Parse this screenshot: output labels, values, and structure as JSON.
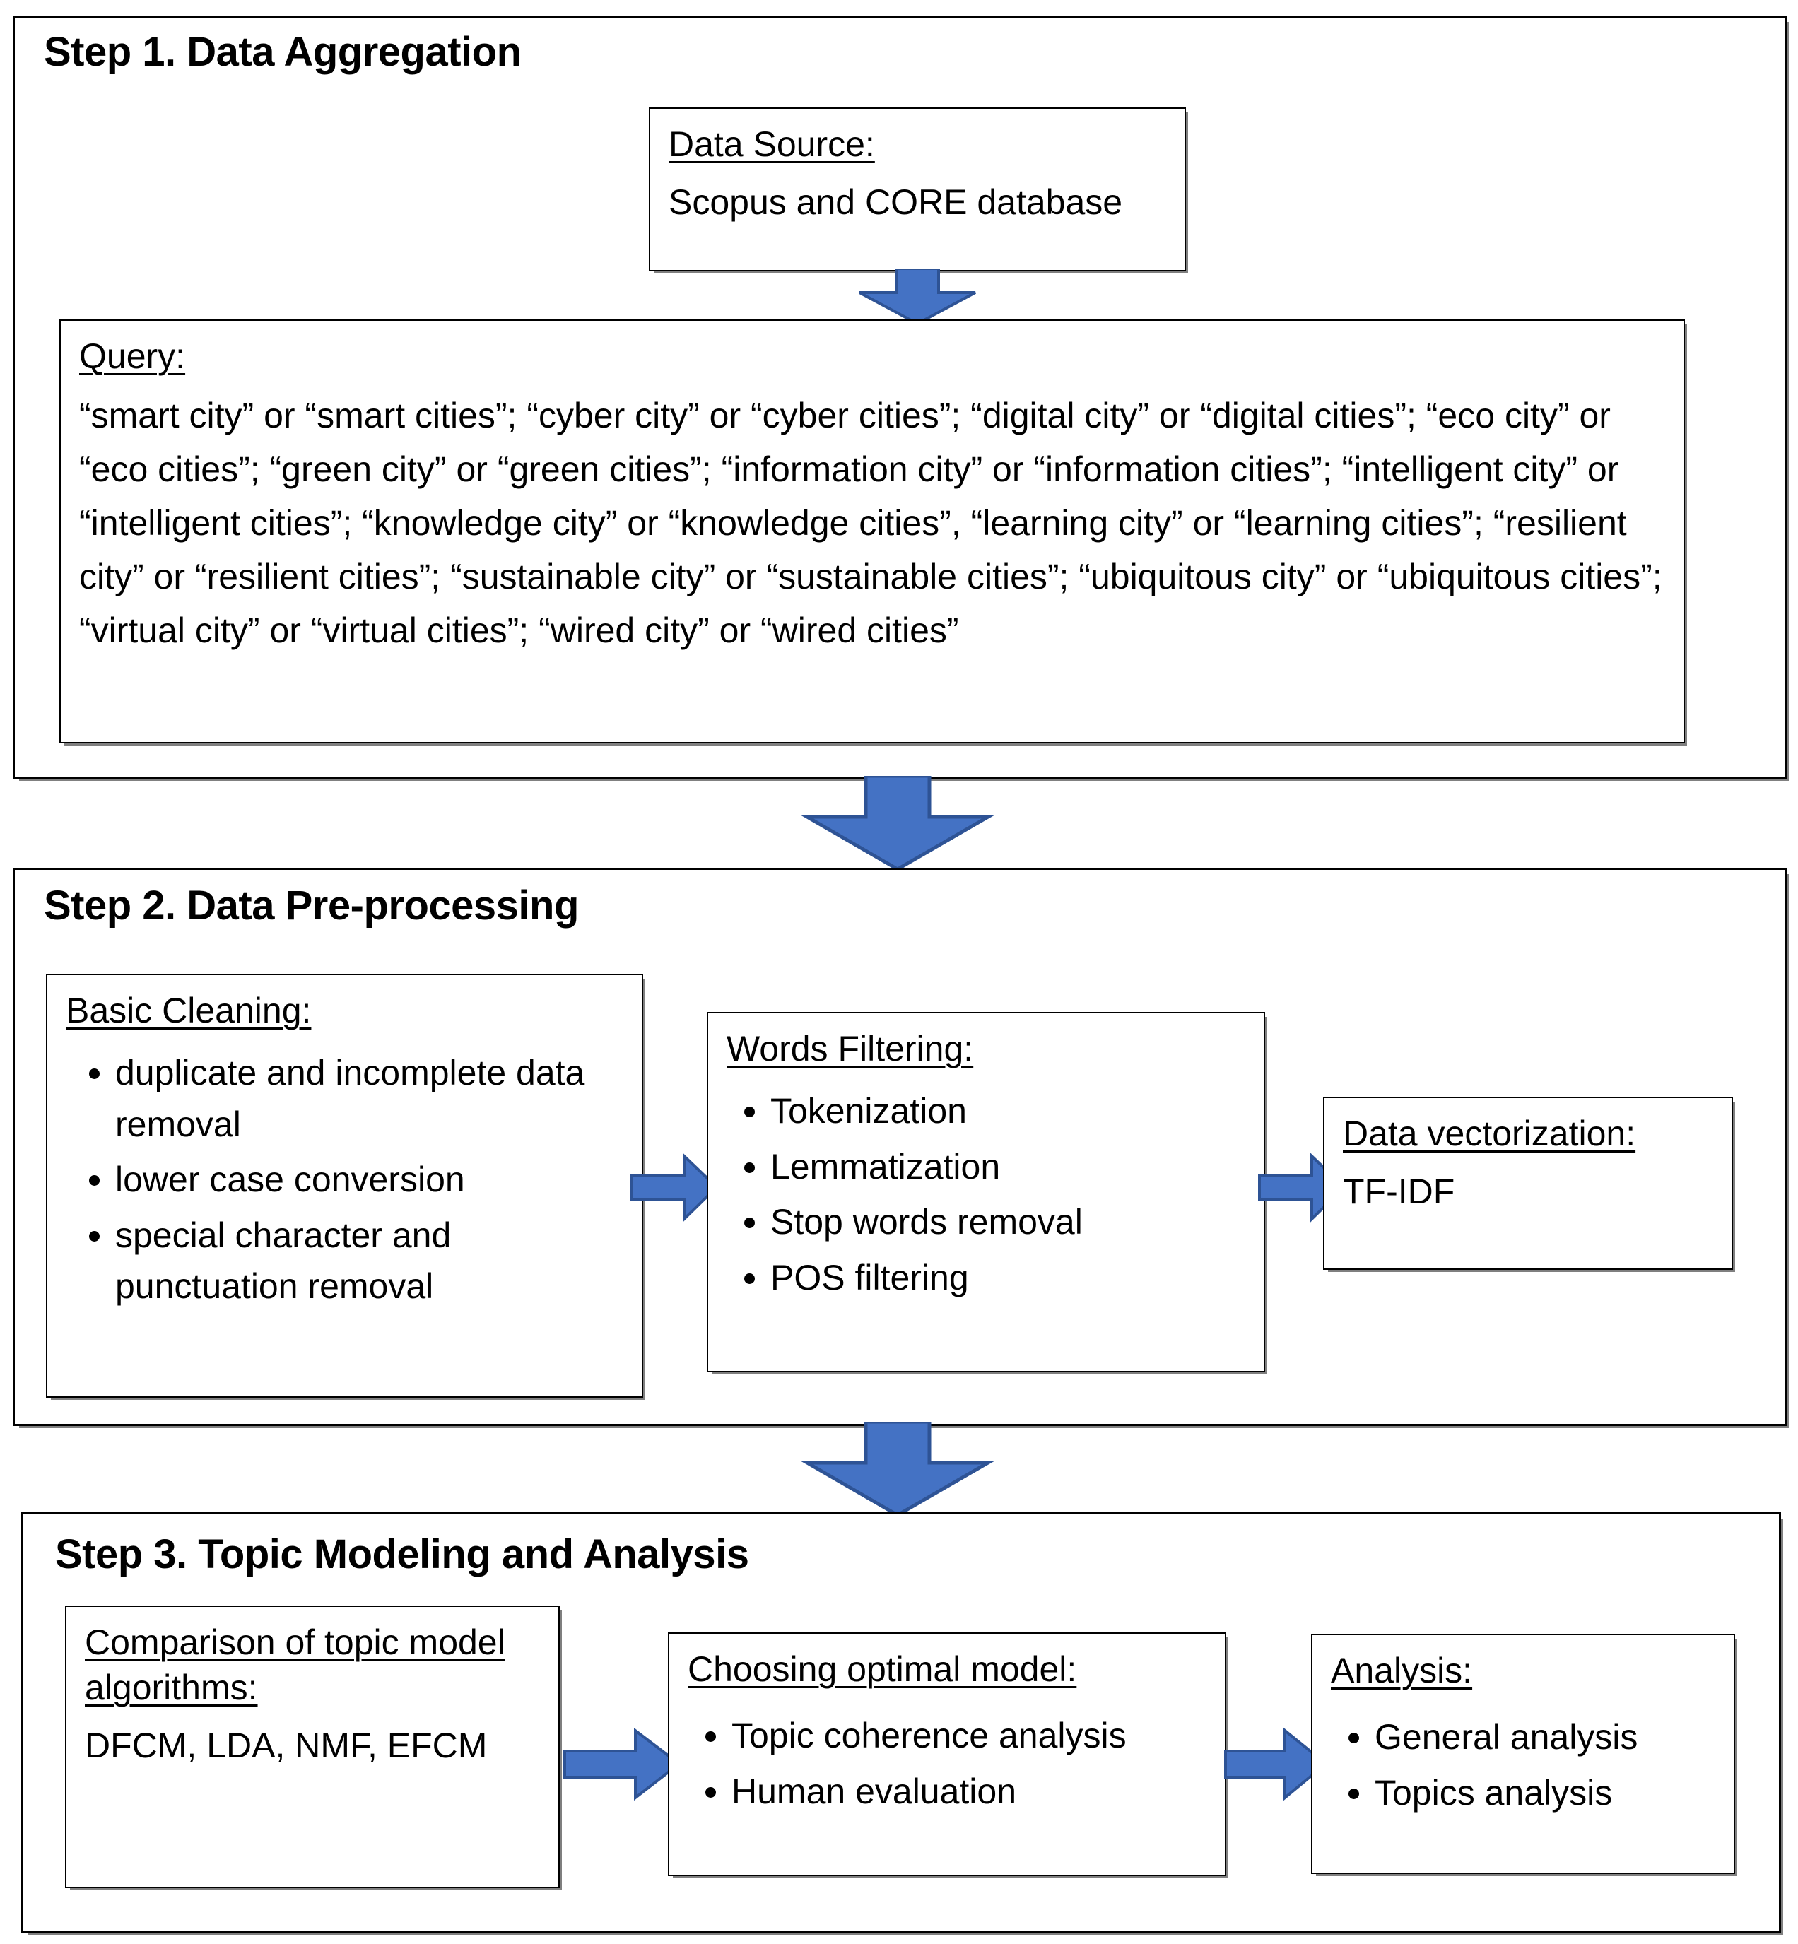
{
  "colors": {
    "arrow_fill": "#4472C4",
    "arrow_stroke": "#2E5395",
    "box_border": "#000000",
    "box_shadow": "#7F7F7F",
    "background": "#FFFFFF"
  },
  "steps": [
    {
      "title": "Step 1. Data Aggregation",
      "nodes": {
        "data_source": {
          "heading": "Data Source:",
          "body": "Scopus and CORE database"
        },
        "query": {
          "heading": "Query:",
          "body": "“smart city” or “smart cities”; “cyber city” or “cyber cities”; “digital city” or “digital cities”; “eco city” or “eco cities”; “green city” or “green cities”; “information city” or “information cities”; “intelligent city” or “intelligent cities”; “knowledge city” or “knowledge cities”, “learning city” or “learning cities”; “resilient city” or “resilient cities”; “sustainable city” or “sustainable cities”; “ubiquitous city” or “ubiquitous cities”; “virtual city” or “virtual cities”; “wired city” or “wired cities”"
        }
      }
    },
    {
      "title": "Step 2. Data Pre-processing",
      "nodes": {
        "basic_cleaning": {
          "heading": "Basic Cleaning:",
          "items": [
            "duplicate and incomplete data removal",
            "lower case conversion",
            "special character and punctuation removal"
          ]
        },
        "words_filtering": {
          "heading": "Words Filtering:",
          "items": [
            "Tokenization",
            "Lemmatization",
            "Stop words removal",
            "POS filtering"
          ]
        },
        "data_vectorization": {
          "heading": "Data vectorization:",
          "body": "TF-IDF"
        }
      }
    },
    {
      "title": "Step 3. Topic Modeling and Analysis",
      "nodes": {
        "comparison": {
          "heading": "Comparison of topic model algorithms:",
          "body": "DFCM, LDA, NMF, EFCM"
        },
        "optimal_model": {
          "heading": "Choosing optimal model:",
          "items": [
            "Topic coherence analysis",
            "Human evaluation"
          ]
        },
        "analysis": {
          "heading": "Analysis:",
          "items": [
            "General analysis",
            "Topics analysis"
          ]
        }
      }
    }
  ],
  "arrows": [
    {
      "name": "data-source-to-query",
      "direction": "down"
    },
    {
      "name": "step1-to-step2",
      "direction": "down"
    },
    {
      "name": "basic-cleaning-to-words-filtering",
      "direction": "right"
    },
    {
      "name": "words-filtering-to-data-vectorization",
      "direction": "right"
    },
    {
      "name": "step2-to-step3",
      "direction": "down"
    },
    {
      "name": "comparison-to-optimal-model",
      "direction": "right"
    },
    {
      "name": "optimal-model-to-analysis",
      "direction": "right"
    }
  ]
}
